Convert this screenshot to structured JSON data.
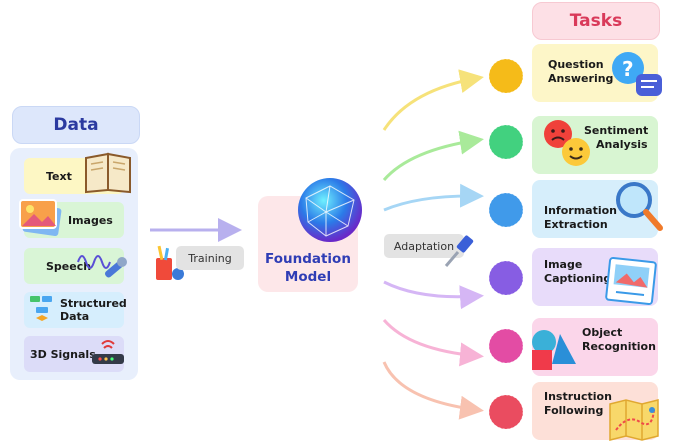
{
  "data": {
    "title": "Data",
    "items": [
      {
        "label": "Text",
        "color": "#fdf7c4"
      },
      {
        "label": "Images",
        "color": "#d9f5d6"
      },
      {
        "label": "Speech",
        "color": "#d9f5d6"
      },
      {
        "label": "Structured Data",
        "label_lines": [
          "Structured",
          "Data"
        ],
        "color": "#d6eefd"
      },
      {
        "label": "3D Signals",
        "color": "#dcdcf8"
      }
    ]
  },
  "training_label": "Training",
  "foundation_model": {
    "label_lines": [
      "Foundation",
      "Model"
    ]
  },
  "adaptation_label": "Adaptation",
  "tasks": {
    "title": "Tasks",
    "items": [
      {
        "label_lines": [
          "Question",
          "Answering"
        ],
        "color": "#fdf6c8",
        "ball_color": "#f4b400"
      },
      {
        "label_lines": [
          "Sentiment",
          "Analysis"
        ],
        "color": "#d8f5d2",
        "ball_color": "#2ecc71"
      },
      {
        "label_lines": [
          "Information",
          "Extraction"
        ],
        "color": "#d6eefb",
        "ball_color": "#2b8fe8"
      },
      {
        "label_lines": [
          "Image",
          "Captioning"
        ],
        "color": "#e8dcfa",
        "ball_color": "#7a4be0"
      },
      {
        "label_lines": [
          "Object",
          "Recognition"
        ],
        "color": "#fbd6ea",
        "ball_color": "#e0389a"
      },
      {
        "label_lines": [
          "Instruction",
          "Following"
        ],
        "color": "#fde0d8",
        "ball_color": "#e8384f"
      }
    ]
  },
  "icons": [
    "book-icon",
    "photo-icon",
    "microphone-icon",
    "flowchart-icon",
    "router-icon",
    "paint-cup-icon",
    "screwdriver-icon",
    "question-bubble-icon",
    "emoji-faces-icon",
    "magnifier-icon",
    "picture-card-icon",
    "shapes-icon",
    "map-icon",
    "network-sphere-icon"
  ]
}
